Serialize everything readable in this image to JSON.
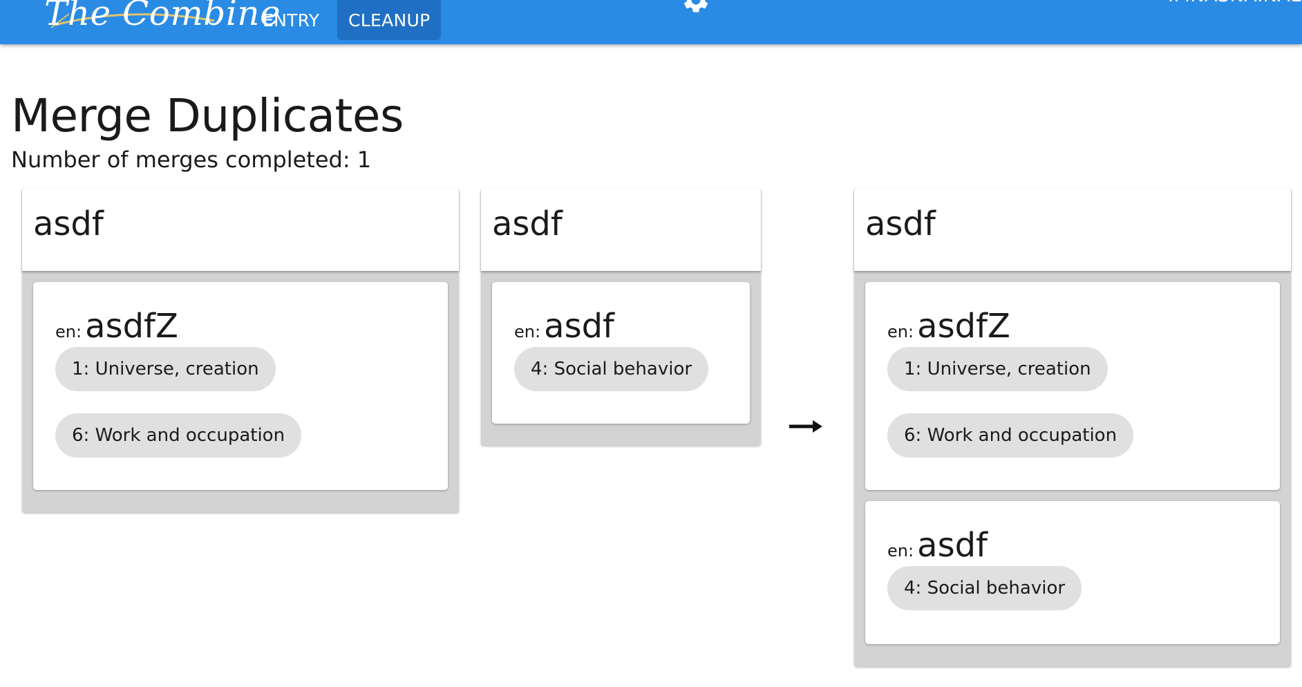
{
  "app": {
    "logo_text": "The Combine",
    "nav": {
      "entry_label": "ENTRY",
      "cleanup_label": "CLEANUP"
    },
    "settings_icon": "gear-icon",
    "user_name": "IMNASNAINAL"
  },
  "page": {
    "title": "Merge Duplicates",
    "merges_completed_text": "Number of merges completed: 1"
  },
  "columns": [
    {
      "title": "asdf",
      "senses": [
        {
          "lang": "en:",
          "gloss": "asdfZ",
          "domains": [
            "1: Universe, creation",
            "6: Work and occupation"
          ]
        }
      ]
    },
    {
      "title": "asdf",
      "senses": [
        {
          "lang": "en:",
          "gloss": "asdf",
          "domains": [
            "4: Social behavior"
          ]
        }
      ]
    }
  ],
  "merge_arrow_icon": "arrow-right-icon",
  "result_column": {
    "title": "asdf",
    "senses": [
      {
        "lang": "en:",
        "gloss": "asdfZ",
        "domains": [
          "1: Universe, creation",
          "6: Work and occupation"
        ]
      },
      {
        "lang": "en:",
        "gloss": "asdf",
        "domains": [
          "4: Social behavior"
        ]
      }
    ]
  },
  "colors": {
    "app_bar": "#2a8be5",
    "active_tab": "#1f70c4",
    "column_bg": "#d3d3d3",
    "chip_bg": "#e0e0e0"
  }
}
